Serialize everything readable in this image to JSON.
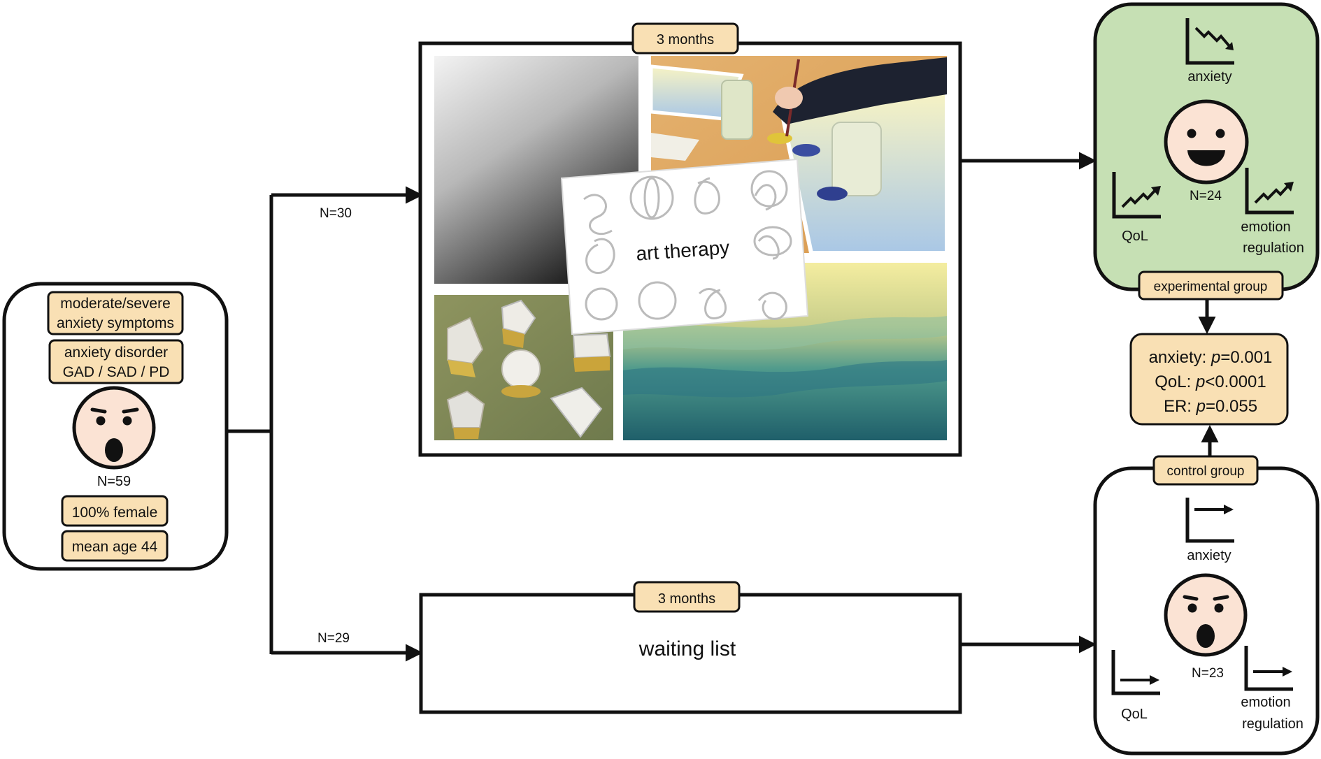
{
  "participants": {
    "criteria": [
      "moderate/severe",
      "anxiety symptoms"
    ],
    "diagnosis": [
      "anxiety disorder",
      "GAD / SAD / PD"
    ],
    "n": "N=59",
    "sex": "100% female",
    "age": "mean age 44",
    "face_icon": "worried-face-icon"
  },
  "branch_top": {
    "n": "N=30"
  },
  "branch_bottom": {
    "n": "N=29"
  },
  "art_therapy": {
    "duration": "3 months",
    "label": "art therapy",
    "photos": [
      "charcoal-drawing-photo",
      "watercolor-painting-photo",
      "geometric-solids-photo",
      "blue-watercolor-photo",
      "knot-patterns-card"
    ]
  },
  "waiting_list": {
    "duration": "3 months",
    "label": "waiting list"
  },
  "experimental_group": {
    "label": "experimental group",
    "anxiety": "anxiety",
    "qol": "QoL",
    "emotion": [
      "emotion",
      "regulation"
    ],
    "n": "N=24",
    "face_icon": "happy-face-icon",
    "color": "#c6e0b4"
  },
  "control_group": {
    "label": "control group",
    "anxiety": "anxiety",
    "qol": "QoL",
    "emotion": [
      "emotion",
      "regulation"
    ],
    "n": "N=23",
    "face_icon": "worried-face-icon"
  },
  "results": {
    "anxiety": {
      "name": "anxiety: ",
      "p": "p",
      "val": "=0.001"
    },
    "qol": {
      "name": "QoL: ",
      "p": "p",
      "val": "<0.0001"
    },
    "er": {
      "name": "ER:  ",
      "p": "p",
      "val": "=0.055"
    }
  },
  "colors": {
    "tag": "#f9e0b4",
    "face": "#fbe3d4",
    "green": "#c6e0b4"
  }
}
